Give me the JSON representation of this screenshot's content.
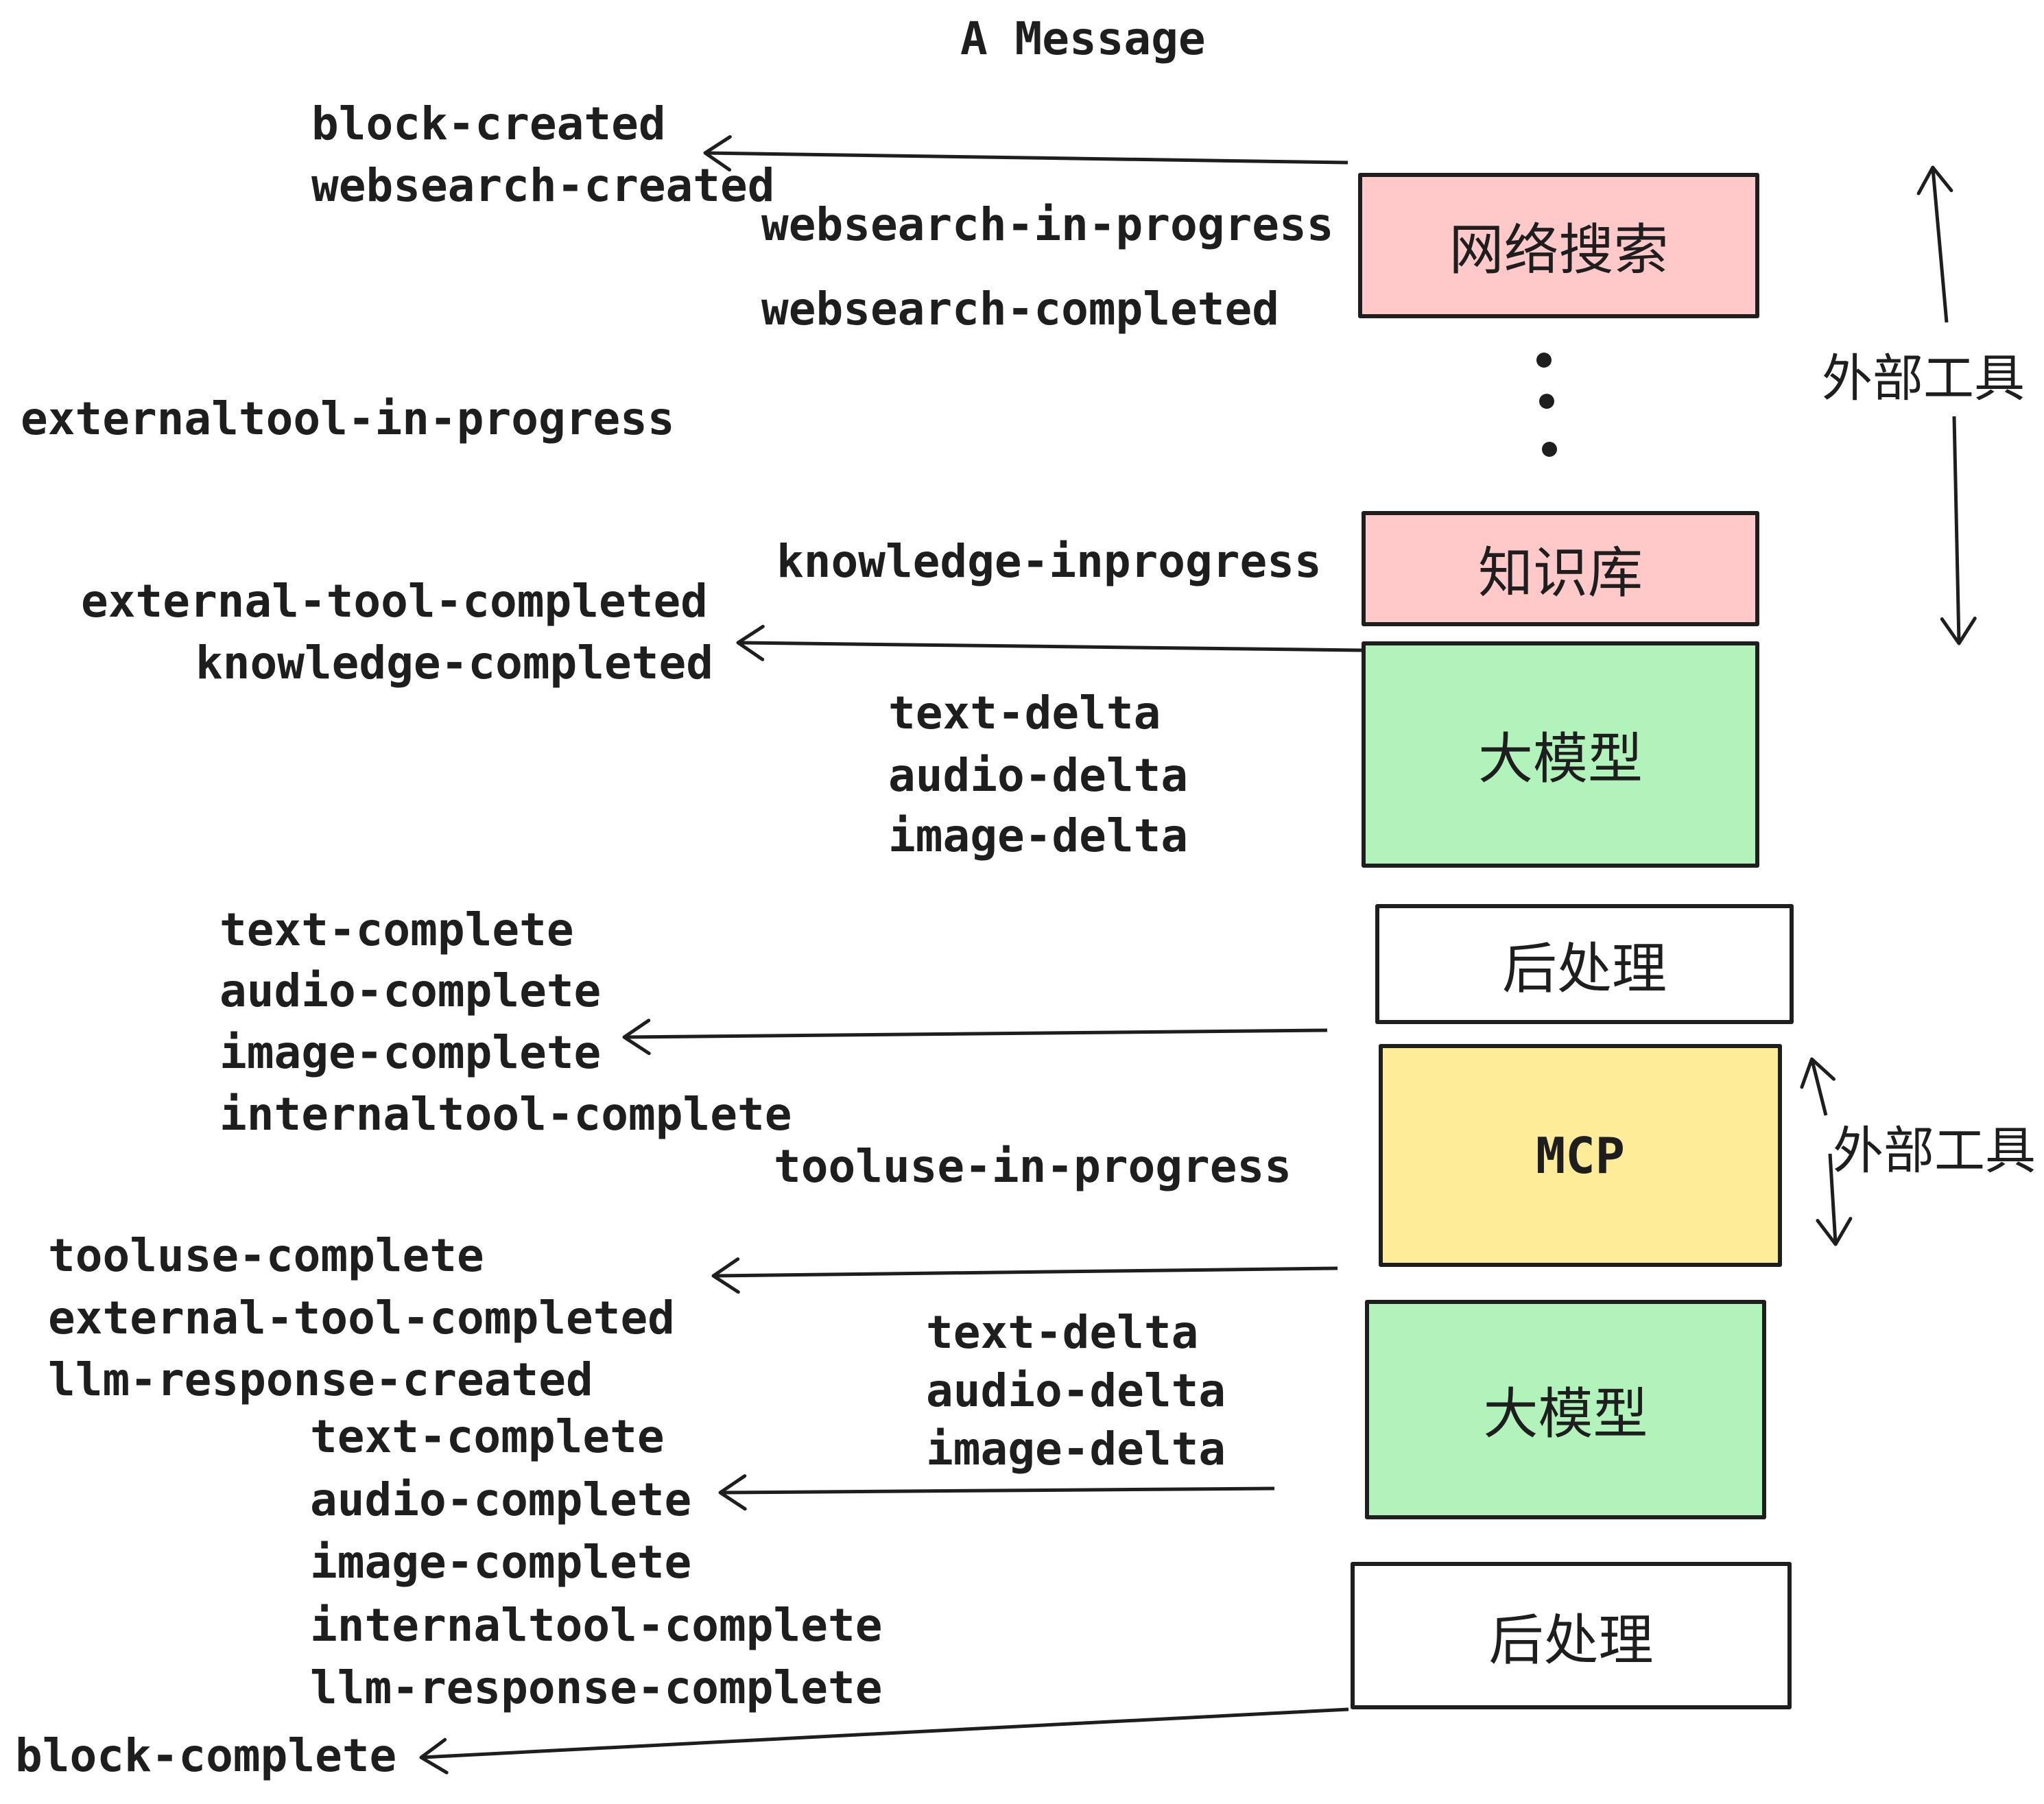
{
  "title": "A Message",
  "colors": {
    "ink": "#1e1e1e",
    "pink_box": "#ffc9c9",
    "green_box": "#b2f2bb",
    "yellow_box": "#ffec99",
    "white_box": "#ffffff"
  },
  "boxes": {
    "websearch": {
      "label": "网络搜索"
    },
    "knowledge": {
      "label": "知识库"
    },
    "llm1": {
      "label": "大模型"
    },
    "post1": {
      "label": "后处理"
    },
    "mcp": {
      "label": "MCP"
    },
    "llm2": {
      "label": "大模型"
    },
    "post2": {
      "label": "后处理"
    }
  },
  "side_labels": {
    "top": "外部工具",
    "bottom": "外部工具"
  },
  "events": {
    "block_created": "block-created",
    "websearch_created": "websearch-created",
    "websearch_in_progress": "websearch-in-progress",
    "websearch_completed": "websearch-completed",
    "externaltool_in_progress": "externaltool-in-progress",
    "knowledge_inprogress": "knowledge-inprogress",
    "external_tool_completed": "external-tool-completed",
    "knowledge_completed": "knowledge-completed",
    "text_delta": "text-delta",
    "audio_delta": "audio-delta",
    "image_delta": "image-delta",
    "text_complete": "text-complete",
    "audio_complete": "audio-complete",
    "image_complete": "image-complete",
    "internaltool_complete": "internaltool-complete",
    "tooluse_in_progress": "tooluse-in-progress",
    "tooluse_complete": "tooluse-complete",
    "external_tool_completed_2": "external-tool-completed",
    "llm_response_created": "llm-response-created",
    "text_delta_2": "text-delta",
    "audio_delta_2": "audio-delta",
    "image_delta_2": "image-delta",
    "text_complete_2": "text-complete",
    "audio_complete_2": "audio-complete",
    "image_complete_2": "image-complete",
    "internaltool_complete_2": "internaltool-complete",
    "llm_response_complete": "llm-response-complete",
    "block_complete": "block-complete"
  }
}
